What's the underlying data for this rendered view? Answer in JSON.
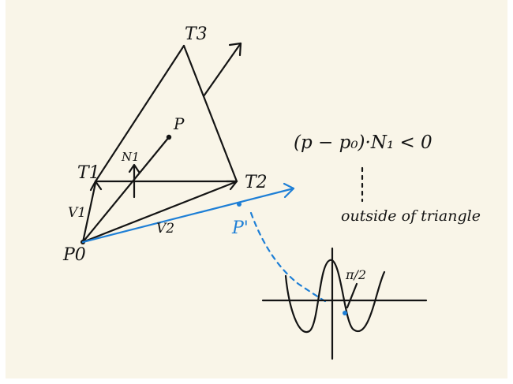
{
  "colors": {
    "paper": "#f9f5e8",
    "ink": "#141414",
    "accent_blue": "#1e7fd6"
  },
  "labels": {
    "t3": "T3",
    "t1": "T1",
    "t2": "T2",
    "p": "P",
    "p0": "P0",
    "p_prime": "P'",
    "n1": "N1",
    "v1": "V1",
    "v2": "V2",
    "pi_over_2": "π/2"
  },
  "equation": "(p − p₀)·N₁ < 0",
  "note": "outside of triangle"
}
